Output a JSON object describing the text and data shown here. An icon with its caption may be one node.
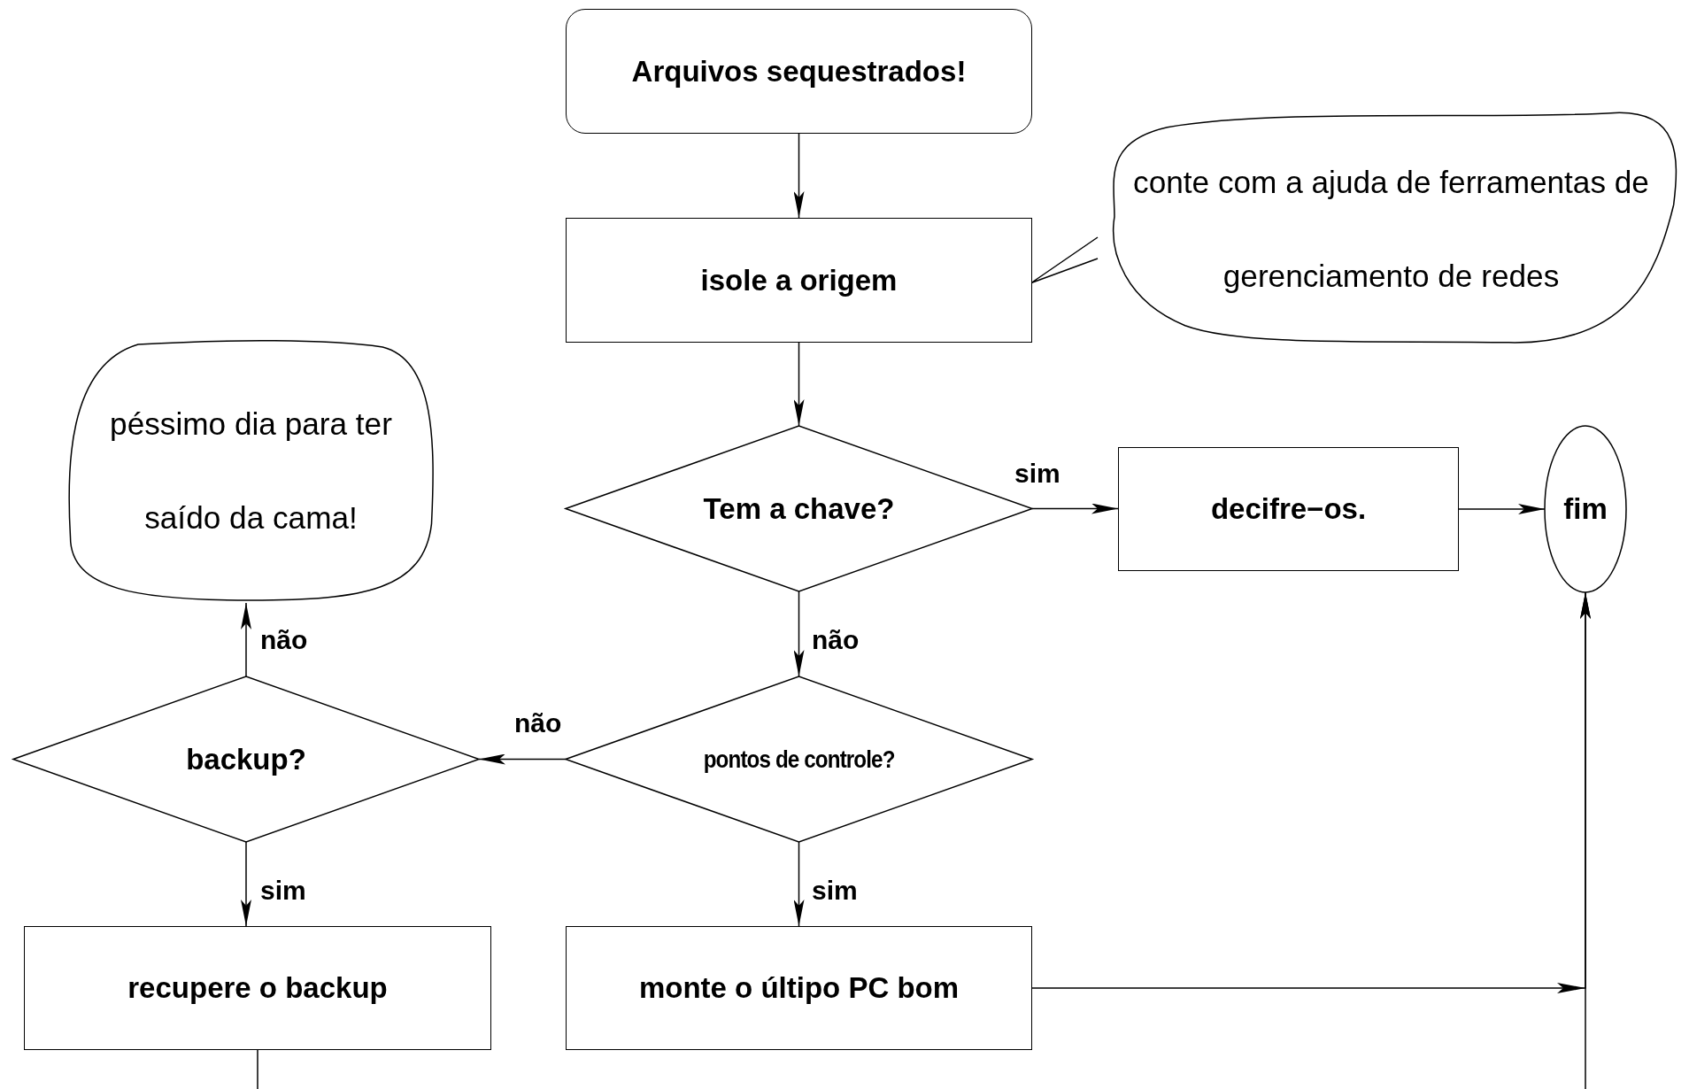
{
  "diagram": {
    "nodes": [
      {
        "text": [
          "Arquivos sequestrados!"
        ]
      },
      {
        "text": [
          "isole a origem"
        ]
      },
      {
        "text": [
          "conte com a ajuda de ferramentas de gerenciamento de redes"
        ]
      },
      {
        "text": [
          "Tem a chave?"
        ]
      },
      {
        "text": [
          "decifre−os."
        ]
      },
      {
        "text": [
          "fim"
        ]
      },
      {
        "text": [
          "péssimo dia para ter saído da cama!"
        ]
      },
      {
        "text": [
          "backup?"
        ]
      },
      {
        "text": [
          "pontos de controle?"
        ]
      },
      {
        "text": [
          "recupere o backup"
        ]
      },
      {
        "text": [
          "monte o últipo PC bom"
        ]
      }
    ],
    "edges": [
      {
        "from": 0,
        "to": 1,
        "arrow": "to"
      },
      {
        "from": 1,
        "to": 3,
        "arrow": "to"
      },
      {
        "from": 2,
        "to": 1,
        "arrow": "none"
      },
      {
        "from": 3,
        "to": 4,
        "arrow": "to",
        "label": "sim"
      },
      {
        "from": 4,
        "to": 5,
        "arrow": "to"
      },
      {
        "from": 3,
        "to": 8,
        "arrow": "to",
        "label": "não"
      },
      {
        "from": 8,
        "to": 7,
        "arrow": "to",
        "label": "não"
      },
      {
        "from": 7,
        "to": 6,
        "arrow": "to",
        "label": "não"
      },
      {
        "from": 7,
        "to": 9,
        "arrow": "to",
        "label": "sim"
      },
      {
        "from": 8,
        "to": 10,
        "arrow": "to",
        "label": "sim"
      },
      {
        "from": 10,
        "to": 5,
        "arrow": "to"
      },
      {
        "from": 9,
        "to": null,
        "arrow": "none"
      },
      {
        "from": null,
        "to": 5,
        "arrow": "to"
      }
    ]
  }
}
